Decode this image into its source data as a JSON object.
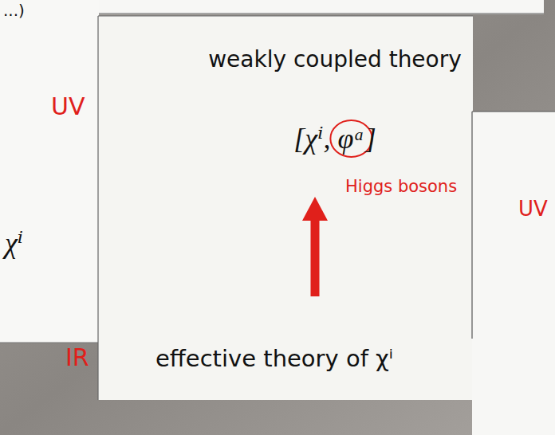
{
  "diagram": {
    "nodes": [
      {
        "text": [
          "weakly coupled theory",
          "[χⁱ, φᵃ]"
        ]
      },
      {
        "text": [
          "effective theory of χⁱ"
        ]
      }
    ],
    "edges": [
      {
        "from": 1,
        "to": 0,
        "arrow": "to"
      }
    ],
    "labels": [
      "...)",
      "UV",
      "Higgs bosons",
      "UV",
      "χⁱ",
      "IR"
    ]
  }
}
